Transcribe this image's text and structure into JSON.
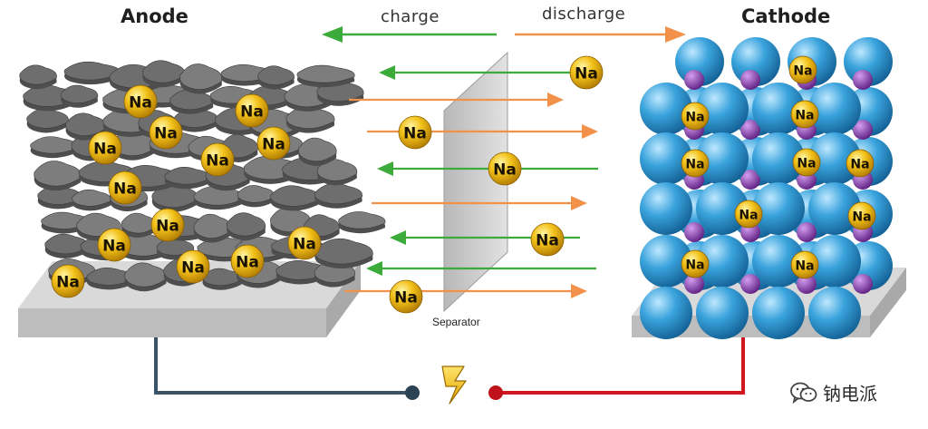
{
  "labels": {
    "anode": "Anode",
    "cathode": "Cathode",
    "charge": "charge",
    "discharge": "discharge",
    "separator": "Separator",
    "ion": "Na"
  },
  "watermark": {
    "text": "钠电派",
    "icon": "wechat-icon"
  },
  "colors": {
    "charge_arrow": "#3cab3c",
    "discharge_arrow": "#f2914a",
    "sodium_ion": "#f0b810",
    "cathode_sphere": "#3aa3dc",
    "cathode_dopant": "#8a3bb0",
    "anode_flake": "#6a6a6a",
    "anode_wire": "#3b5366",
    "cathode_wire": "#d0161e",
    "lightning": "#f2c418"
  }
}
